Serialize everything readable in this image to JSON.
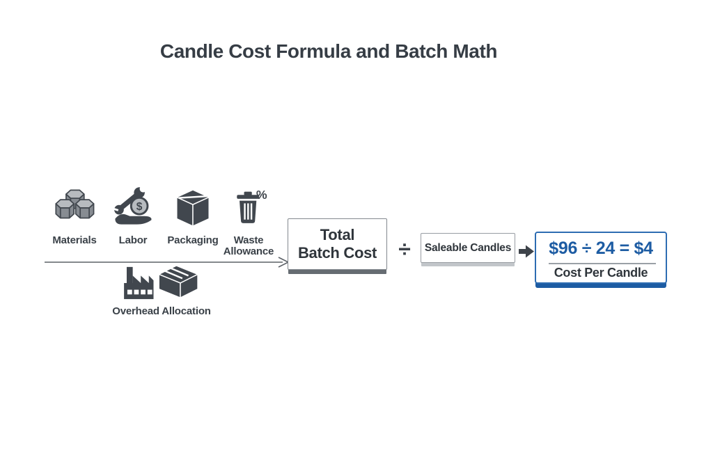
{
  "title": "Candle Cost Formula and Batch Math",
  "cost_inputs": {
    "items": [
      {
        "label": "Materials",
        "icon": "wax-blocks-icon"
      },
      {
        "label": "Labor",
        "icon": "wrench-dollar-hand-icon",
        "coin_symbol": "$"
      },
      {
        "label": "Packaging",
        "icon": "shipping-box-icon"
      },
      {
        "label": "Waste Allowance",
        "icon": "trash-percent-icon",
        "percent_symbol": "%"
      },
      {
        "label": "Overhead Allocation",
        "icon": "factory-crate-icon"
      }
    ]
  },
  "formula_flow": {
    "total_box": {
      "line1": "Total",
      "line2": "Batch Cost"
    },
    "divide_symbol": "÷",
    "saleable_box": {
      "label": "Saleable Candles"
    },
    "result_box": {
      "formula": "$96 ÷ 24 = $4",
      "caption": "Cost Per Candle"
    }
  },
  "colors": {
    "background": "#ffffff",
    "charcoal_text": "#363d45",
    "icon_dark": "#41474e",
    "icon_mid": "#878c92",
    "icon_light": "#b7bbbf",
    "accent_blue": "#1d5ca3",
    "blue_border": "#2d6cb2",
    "gray_border_dark": "#83888e",
    "gray_shadow_dark": "#666c72",
    "gray_border_light": "#979ca2",
    "gray_shadow_light": "#c2c6ca"
  }
}
